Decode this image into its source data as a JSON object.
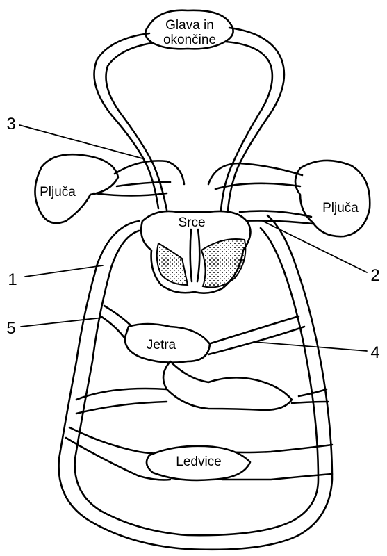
{
  "organs": {
    "head_limbs_line1": "Glava in",
    "head_limbs_line2": "okončine",
    "lung_left": "Pljuča",
    "lung_right": "Pljuča",
    "heart": "Srce",
    "liver": "Jetra",
    "kidneys": "Ledvice"
  },
  "callouts": [
    "1",
    "2",
    "3",
    "4",
    "5"
  ],
  "colors": {
    "line": "#000000",
    "background": "#ffffff"
  }
}
